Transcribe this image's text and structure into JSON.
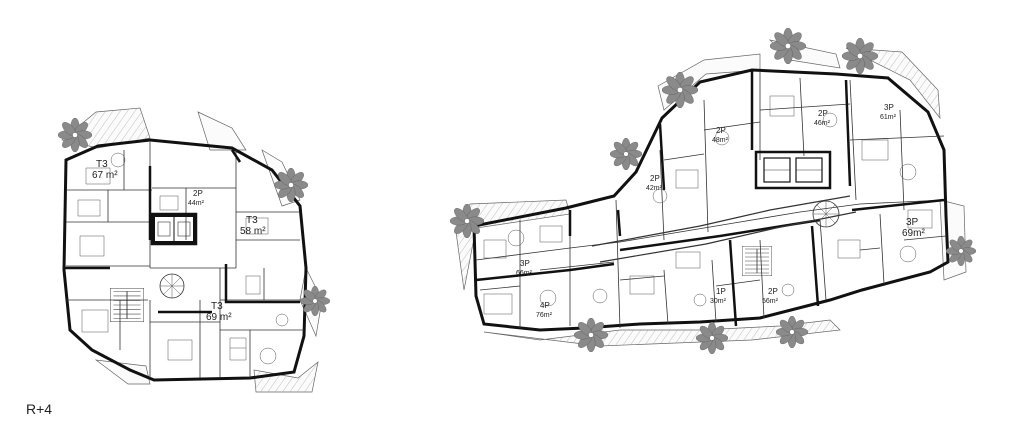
{
  "floor_level": "R+4",
  "buildings": [
    {
      "id": "left",
      "units": [
        {
          "type": "T3",
          "area": "67 m²"
        },
        {
          "type": "2P",
          "area": "44m²"
        },
        {
          "type": "T3",
          "area": "58 m²"
        },
        {
          "type": "T3",
          "area": "69 m²"
        }
      ]
    },
    {
      "id": "right",
      "units": [
        {
          "type": "3P",
          "area": "66m²"
        },
        {
          "type": "4P",
          "area": "76m²"
        },
        {
          "type": "2P",
          "area": "42m²"
        },
        {
          "type": "2P",
          "area": "48m²"
        },
        {
          "type": "2P",
          "area": "46m²"
        },
        {
          "type": "3P",
          "area": "61m²"
        },
        {
          "type": "3P",
          "area": "69m²"
        },
        {
          "type": "1P",
          "area": "30m²"
        },
        {
          "type": "2P",
          "area": "56m²"
        }
      ]
    }
  ],
  "colors": {
    "walls": "#111111",
    "trees": "#8a8a8a",
    "lines": "#555555"
  },
  "icons": [
    "tree-symbol-icon",
    "staircase-icon",
    "elevator-icon"
  ]
}
